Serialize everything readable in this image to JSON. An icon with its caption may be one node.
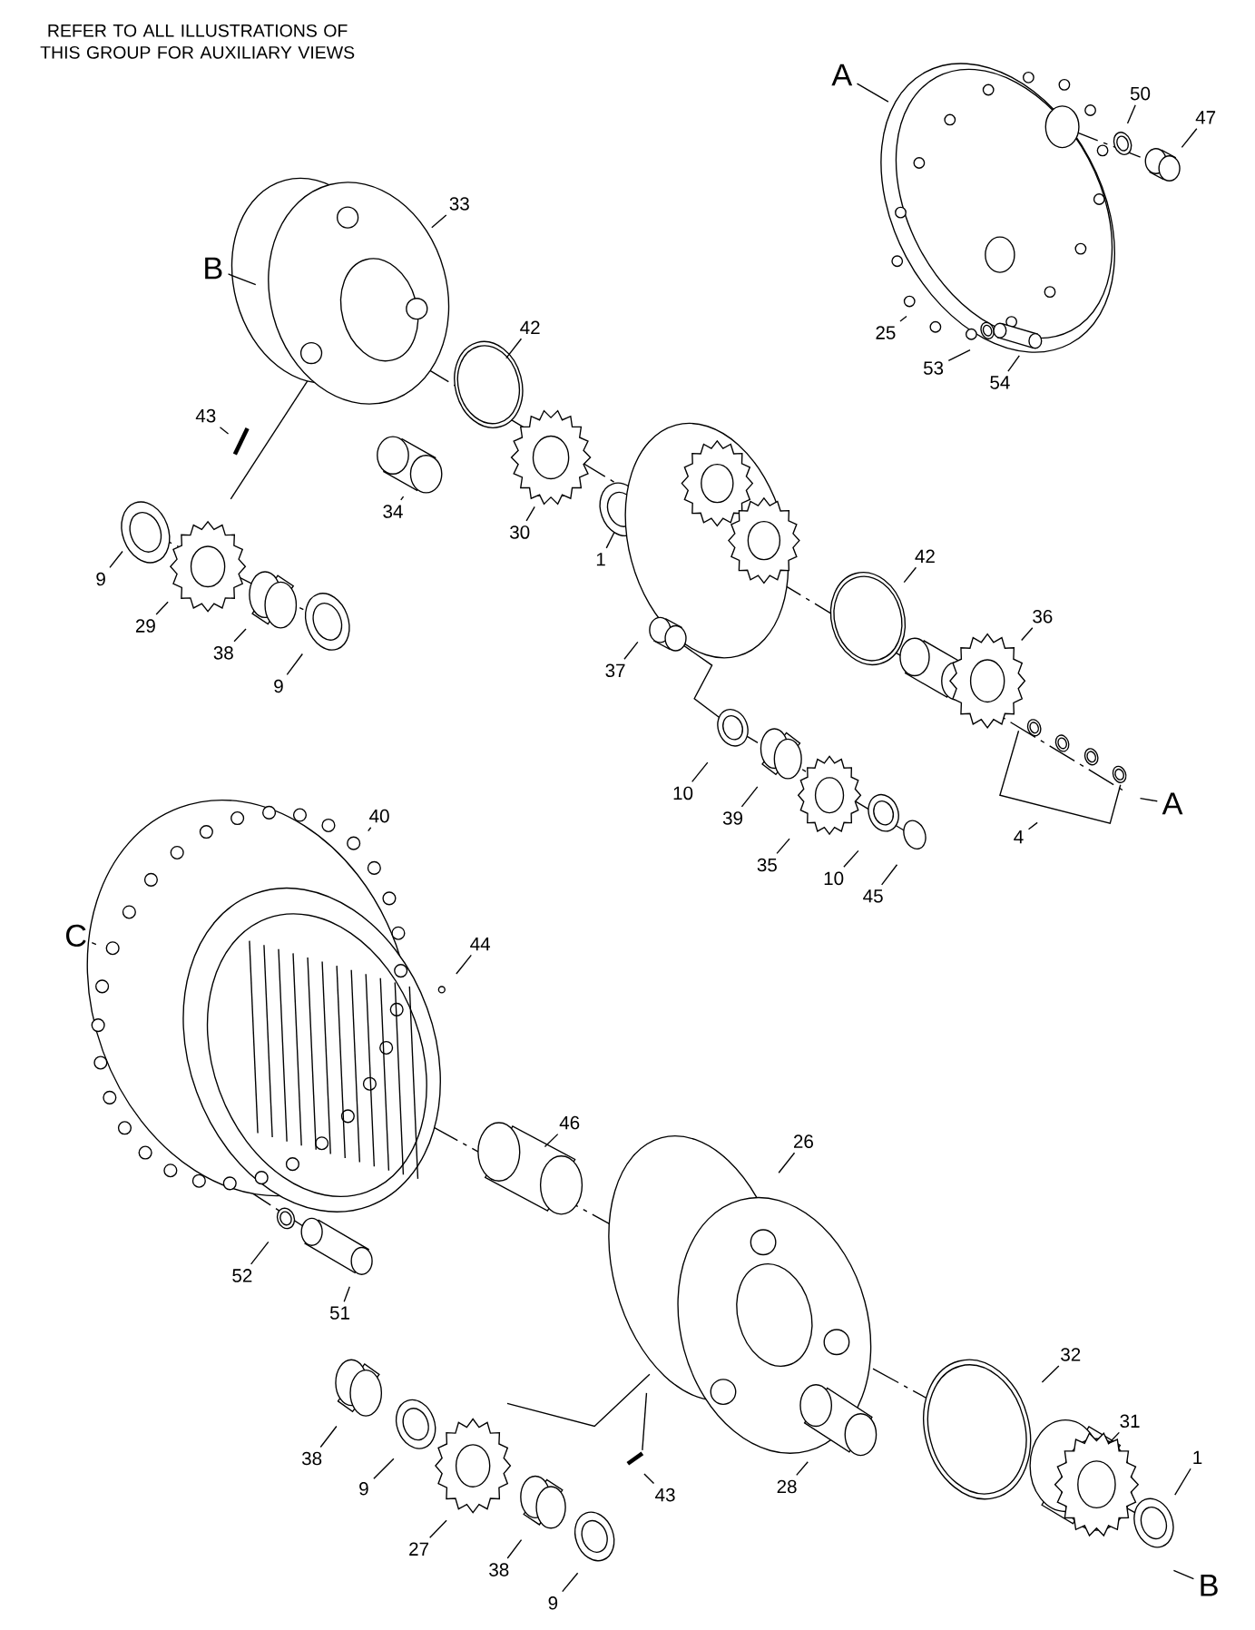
{
  "diagram": {
    "nodes": [
      {
        "text": [
          "A"
        ]
      },
      {
        "text": [
          "50"
        ]
      },
      {
        "text": [
          "47"
        ]
      },
      {
        "text": [
          "33"
        ]
      },
      {
        "text": [
          "B"
        ]
      },
      {
        "text": [
          "42"
        ]
      },
      {
        "text": [
          "25"
        ]
      },
      {
        "text": [
          "53"
        ]
      },
      {
        "text": [
          "54"
        ]
      },
      {
        "text": [
          "43"
        ]
      },
      {
        "text": [
          "34"
        ]
      },
      {
        "text": [
          "30"
        ]
      },
      {
        "text": [
          "1"
        ]
      },
      {
        "text": [
          "9"
        ]
      },
      {
        "text": [
          "29"
        ]
      },
      {
        "text": [
          "38"
        ]
      },
      {
        "text": [
          "9"
        ]
      },
      {
        "text": [
          "42"
        ]
      },
      {
        "text": [
          "36"
        ]
      },
      {
        "text": [
          "37"
        ]
      },
      {
        "text": [
          "10"
        ]
      },
      {
        "text": [
          "39"
        ]
      },
      {
        "text": [
          "35"
        ]
      },
      {
        "text": [
          "10"
        ]
      },
      {
        "text": [
          "45"
        ]
      },
      {
        "text": [
          "4"
        ]
      },
      {
        "text": [
          "A"
        ]
      },
      {
        "text": [
          "40"
        ]
      },
      {
        "text": [
          "C"
        ]
      },
      {
        "text": [
          "44"
        ]
      },
      {
        "text": [
          "46"
        ]
      },
      {
        "text": [
          "26"
        ]
      },
      {
        "text": [
          "52"
        ]
      },
      {
        "text": [
          "51"
        ]
      },
      {
        "text": [
          "32"
        ]
      },
      {
        "text": [
          "31"
        ]
      },
      {
        "text": [
          "1"
        ]
      },
      {
        "text": [
          "38"
        ]
      },
      {
        "text": [
          "9"
        ]
      },
      {
        "text": [
          "43"
        ]
      },
      {
        "text": [
          "28"
        ]
      },
      {
        "text": [
          "27"
        ]
      },
      {
        "text": [
          "38"
        ]
      },
      {
        "text": [
          "9"
        ]
      },
      {
        "text": [
          "B"
        ]
      }
    ],
    "edges": [
      {
        "from": 0,
        "to": null,
        "arrow": "none"
      },
      {
        "from": 1,
        "to": null,
        "arrow": "none"
      },
      {
        "from": 2,
        "to": null,
        "arrow": "none"
      },
      {
        "from": 3,
        "to": null,
        "arrow": "none"
      },
      {
        "from": 4,
        "to": null,
        "arrow": "none"
      },
      {
        "from": 5,
        "to": null,
        "arrow": "none"
      },
      {
        "from": 6,
        "to": null,
        "arrow": "none"
      },
      {
        "from": 7,
        "to": null,
        "arrow": "none"
      },
      {
        "from": 8,
        "to": null,
        "arrow": "none"
      },
      {
        "from": 9,
        "to": null,
        "arrow": "none"
      },
      {
        "from": 10,
        "to": null,
        "arrow": "none"
      },
      {
        "from": 11,
        "to": null,
        "arrow": "none"
      },
      {
        "from": 12,
        "to": null,
        "arrow": "none"
      },
      {
        "from": 13,
        "to": null,
        "arrow": "none"
      },
      {
        "from": 14,
        "to": null,
        "arrow": "none"
      },
      {
        "from": 15,
        "to": null,
        "arrow": "none"
      },
      {
        "from": 16,
        "to": null,
        "arrow": "none"
      },
      {
        "from": 17,
        "to": null,
        "arrow": "none"
      },
      {
        "from": 18,
        "to": null,
        "arrow": "none"
      },
      {
        "from": 19,
        "to": null,
        "arrow": "none"
      },
      {
        "from": 20,
        "to": null,
        "arrow": "none"
      },
      {
        "from": 21,
        "to": null,
        "arrow": "none"
      },
      {
        "from": 22,
        "to": null,
        "arrow": "none"
      },
      {
        "from": 23,
        "to": null,
        "arrow": "none"
      },
      {
        "from": 24,
        "to": null,
        "arrow": "none"
      },
      {
        "from": 25,
        "to": null,
        "arrow": "none"
      },
      {
        "from": 26,
        "to": null,
        "arrow": "none"
      },
      {
        "from": 27,
        "to": null,
        "arrow": "none"
      },
      {
        "from": 28,
        "to": null,
        "arrow": "none"
      },
      {
        "from": 29,
        "to": null,
        "arrow": "none"
      },
      {
        "from": 30,
        "to": null,
        "arrow": "none"
      },
      {
        "from": 31,
        "to": null,
        "arrow": "none"
      },
      {
        "from": 32,
        "to": null,
        "arrow": "none"
      },
      {
        "from": 33,
        "to": null,
        "arrow": "none"
      },
      {
        "from": 34,
        "to": null,
        "arrow": "none"
      },
      {
        "from": 35,
        "to": null,
        "arrow": "none"
      },
      {
        "from": 36,
        "to": null,
        "arrow": "none"
      },
      {
        "from": 37,
        "to": null,
        "arrow": "none"
      },
      {
        "from": 38,
        "to": null,
        "arrow": "none"
      },
      {
        "from": 39,
        "to": null,
        "arrow": "none"
      },
      {
        "from": 40,
        "to": null,
        "arrow": "none"
      },
      {
        "from": 41,
        "to": null,
        "arrow": "none"
      },
      {
        "from": 42,
        "to": null,
        "arrow": "none"
      },
      {
        "from": 43,
        "to": null,
        "arrow": "none"
      },
      {
        "from": 44,
        "to": null,
        "arrow": "none"
      }
    ],
    "labels": [
      "REFER TO ALL ILLUSTRATIONS OF THIS GROUP FOR AUXILIARY VIEWS"
    ]
  }
}
